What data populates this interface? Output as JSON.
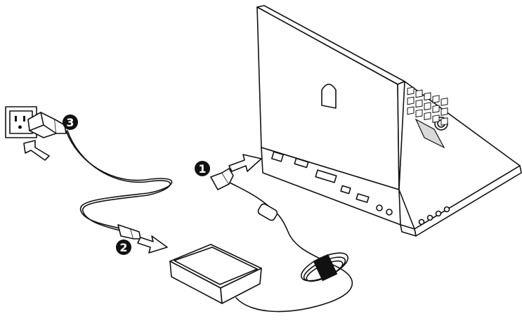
{
  "steps": [
    {
      "number": "1",
      "label": "1"
    },
    {
      "number": "2",
      "label": "2"
    },
    {
      "number": "3",
      "label": "3"
    }
  ],
  "icons": [
    "laptop-illustration",
    "power-adapter-icon",
    "wall-outlet-icon",
    "ac-plug-icon",
    "dc-plug-icon",
    "arrow-icon"
  ],
  "colors": {
    "line": "#111111",
    "background": "#ffffff",
    "badge": "#111111",
    "shade": "#d9d9d9"
  }
}
